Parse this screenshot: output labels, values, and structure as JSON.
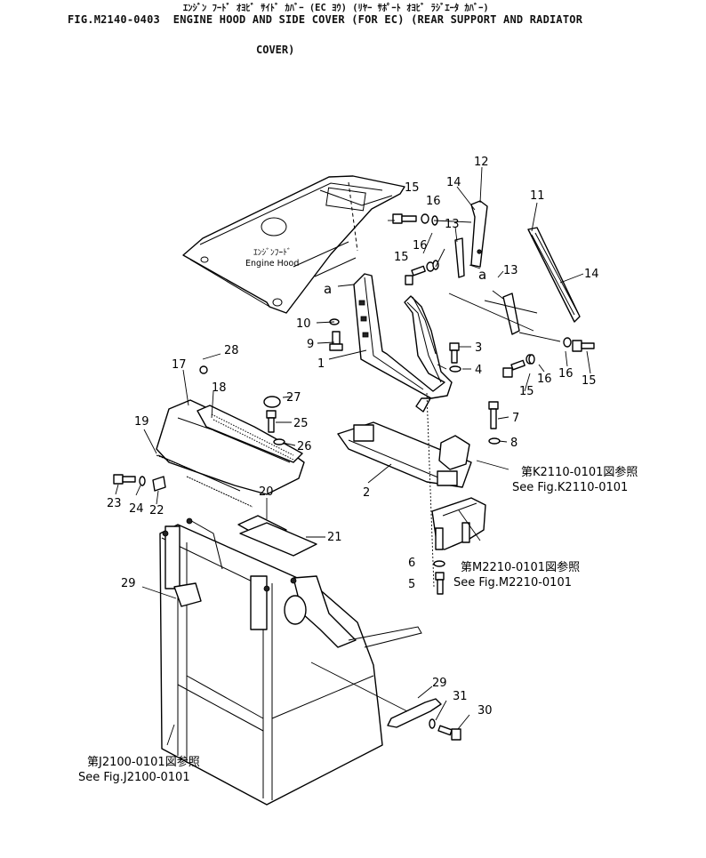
{
  "header": {
    "japanese_title": "ｴﾝｼﾞﾝ ﾌｰﾄﾞ ｵﾖﾋﾞ ｻｲﾄﾞ ｶﾊﾞｰ (EC ﾖｳ) (ﾘﾔｰ ｻﾎﾟｰﾄ ｵﾖﾋﾞ ﾗｼﾞｴｰﾀ ｶﾊﾞｰ)",
    "figure_title": "FIG.M2140-0403  ENGINE HOOD AND SIDE COVER (FOR EC) (REAR SUPPORT AND RADIATOR",
    "figure_title_cont": "COVER)"
  },
  "diagram": {
    "hood_label_jp": "ｴﾝｼﾞﾝﾌｰﾄﾞ",
    "hood_label_en": "Engine Hood",
    "view_marker": "a",
    "callouts": {
      "c1": "1",
      "c2": "2",
      "c3": "3",
      "c4": "4",
      "c5": "5",
      "c6": "6",
      "c7": "7",
      "c8": "8",
      "c9": "9",
      "c10": "10",
      "c11": "11",
      "c12": "12",
      "c13a": "13",
      "c13b": "13",
      "c14a": "14",
      "c14b": "14",
      "c15a": "15",
      "c15b": "15",
      "c15c": "15",
      "c15d": "15",
      "c16a": "16",
      "c16b": "16",
      "c16c": "16",
      "c16d": "16",
      "c17": "17",
      "c18": "18",
      "c19": "19",
      "c20": "20",
      "c21": "21",
      "c22": "22",
      "c23": "23",
      "c24": "24",
      "c25": "25",
      "c26": "26",
      "c27": "27",
      "c28": "28",
      "c29a": "29",
      "c29b": "29",
      "c30": "30",
      "c31": "31"
    },
    "references": {
      "k2110_jp": "第K2110-0101図参照",
      "k2110_en": "See Fig.K2110-0101",
      "m2210_jp": "第M2210-0101図参照",
      "m2210_en": "See Fig.M2210-0101",
      "j2100_jp": "第J2100-0101図参照",
      "j2100_en": "See Fig.J2100-0101"
    }
  }
}
